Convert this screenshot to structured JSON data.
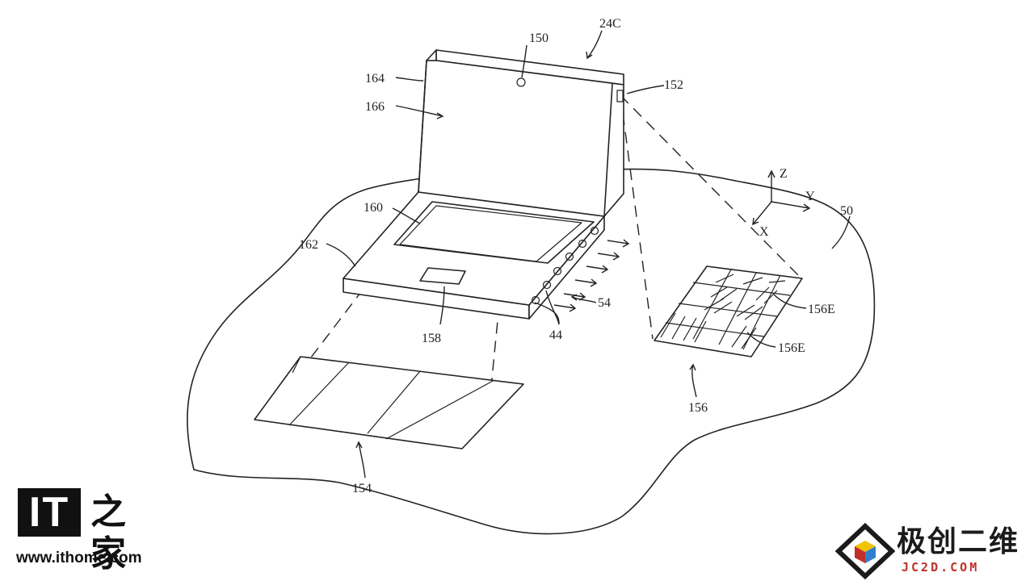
{
  "figure": {
    "labels": {
      "device": "24C",
      "projector_top": "150",
      "projector_side": "152",
      "lid_edge": "164",
      "lid_back": "166",
      "display": "160",
      "base": "162",
      "trackpad": "158",
      "sensors": "44",
      "signals": "54",
      "surface": "50",
      "projected_left": "154",
      "projected_right": "156",
      "pattern_element_a": "156E",
      "pattern_element_b": "156E"
    },
    "axes": {
      "z": "Z",
      "y": "Y",
      "x": "X"
    }
  },
  "watermarks": {
    "ithome_mark": "IT",
    "ithome_cn": "之家",
    "ithome_url": "www.ithome.com",
    "jc_cn": "极创二维",
    "jc_url": "JC2D.COM",
    "colors": {
      "jc_red": "#c0302a",
      "jc_blue": "#2f7fd0",
      "jc_yellow": "#f2c300"
    }
  }
}
